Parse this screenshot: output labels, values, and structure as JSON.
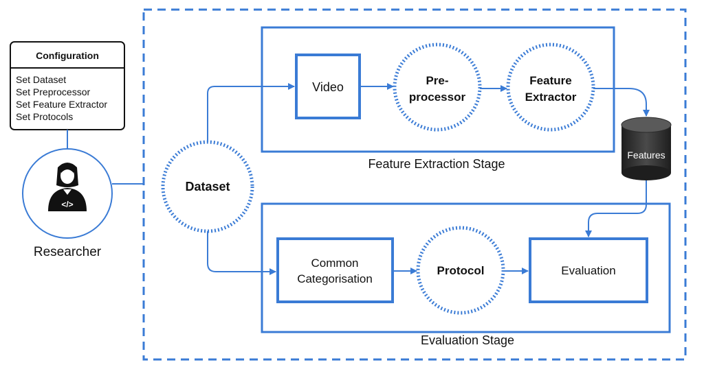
{
  "config": {
    "title": "Configuration",
    "items": [
      "Set Dataset",
      "Set Preprocessor",
      "Set Feature Extractor",
      "Set Protocols"
    ]
  },
  "researcher": {
    "label": "Researcher"
  },
  "dataset": {
    "label": "Dataset"
  },
  "feature_stage": {
    "label": "Feature Extraction Stage",
    "video": "Video",
    "preprocessor": [
      "Pre-",
      "processor"
    ],
    "extractor": [
      "Feature",
      "Extractor"
    ]
  },
  "features_db": {
    "label": "Features"
  },
  "evaluation_stage": {
    "label": "Evaluation Stage",
    "categorisation": [
      "Common",
      "Categorisation"
    ],
    "protocol": "Protocol",
    "evaluation": "Evaluation"
  },
  "colors": {
    "accent": "#3a7bd5",
    "text": "#111111",
    "cylinder": "#2b2b2b",
    "cylinder_text": "#ffffff"
  }
}
